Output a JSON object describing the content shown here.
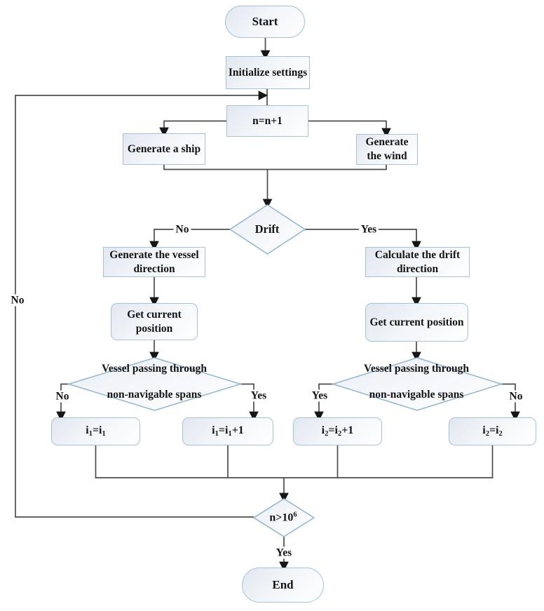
{
  "nodes": {
    "start": "Start",
    "initialize": "Initialize settings",
    "increment": "n=n+1",
    "generate_ship": "Generate a ship",
    "generate_wind": "Generate the wind",
    "drift": "Drift",
    "generate_vessel_direction": "Generate the vessel direction",
    "calculate_drift_direction": "Calculate the drift direction",
    "get_current_position_left": "Get current position",
    "get_current_position_right": "Get current position",
    "passing_left_line1": "Vessel passing through",
    "passing_left_line2": "non-navigable spans",
    "passing_right_line1": "Vessel passing through",
    "passing_right_line2": "non-navigable spans",
    "i1_keep": {
      "pre": "i",
      "sub1": "1",
      "mid": "=i",
      "sub2": "1",
      "post": ""
    },
    "i1_inc": {
      "pre": "i",
      "sub1": "1",
      "mid": "=i",
      "sub2": "1",
      "post": "+1"
    },
    "i2_inc": {
      "pre": "i",
      "sub1": "2",
      "mid": "=i",
      "sub2": "2",
      "post": "+1"
    },
    "i2_keep": {
      "pre": "i",
      "sub1": "2",
      "mid": "=i",
      "sub2": "2",
      "post": ""
    },
    "loop_check": {
      "pre": "n>10",
      "sup": "6"
    },
    "end": "End"
  },
  "edge_labels": {
    "drift_no": "No",
    "drift_yes": "Yes",
    "left_diamond_no": "No",
    "left_diamond_yes": "Yes",
    "right_diamond_yes": "Yes",
    "right_diamond_no": "No",
    "loop_no": "No",
    "end_yes": "Yes"
  },
  "colors": {
    "shape_border": "#a4c3da",
    "diamond_border": "#8fb6d2",
    "shape_fill_top": "#e2e7f0",
    "shape_fill_bottom": "#ffffff",
    "line": "#4c4c4c",
    "arrowhead": "#161616",
    "text": "#141414",
    "background": "#ffffff"
  }
}
